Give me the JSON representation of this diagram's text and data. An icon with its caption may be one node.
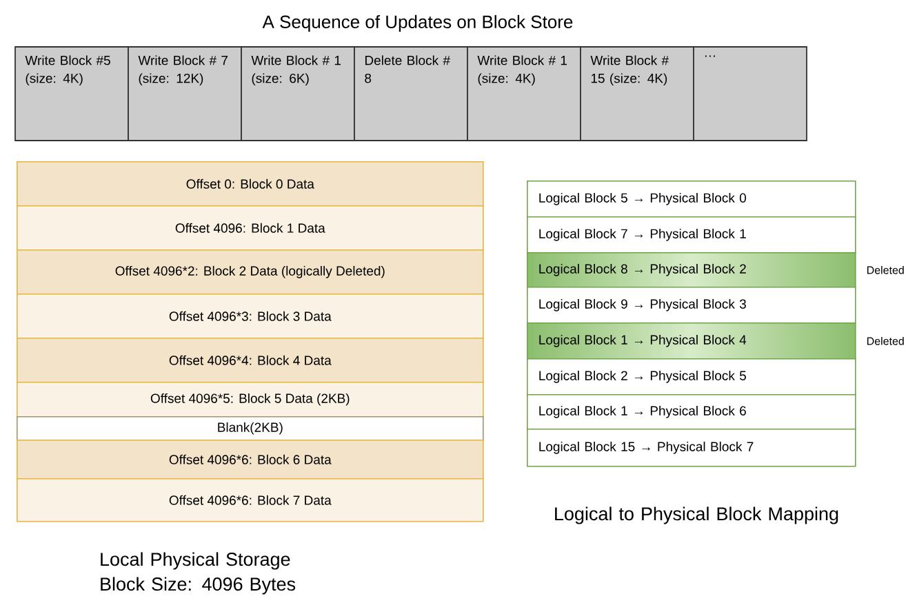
{
  "diagram": {
    "title": "A Sequence of Updates on Block Store",
    "nodes": [
      {
        "text": [
          "Write Block #5 (size: 4K)"
        ]
      },
      {
        "text": [
          "Write Block # 7 (size: 12K)"
        ]
      },
      {
        "text": [
          "Write Block # 1 (size: 6K)"
        ]
      },
      {
        "text": [
          "Delete Block # 8"
        ]
      },
      {
        "text": [
          "Write Block # 1 (size: 4K)"
        ]
      },
      {
        "text": [
          "Write Block # 15 (size: 4K)"
        ]
      },
      {
        "text": [
          "…"
        ]
      },
      {
        "text": [
          "Offset 0: Block 0 Data"
        ]
      },
      {
        "text": [
          "Offset 4096: Block 1 Data"
        ]
      },
      {
        "text": [
          "Offset 4096*2: Block 2 Data (logically Deleted)"
        ]
      },
      {
        "text": [
          "Offset 4096*3: Block 3 Data"
        ]
      },
      {
        "text": [
          "Offset 4096*4: Block 4 Data"
        ]
      },
      {
        "text": [
          "Offset 4096*5: Block 5 Data (2KB)"
        ]
      },
      {
        "text": [
          "Blank(2KB)"
        ]
      },
      {
        "text": [
          "Offset 4096*6: Block 6 Data"
        ]
      },
      {
        "text": [
          "Offset 4096*6: Block 7 Data"
        ]
      },
      {
        "text": [
          "Logical Block 5 → Physical Block 0"
        ]
      },
      {
        "text": [
          "Logical Block 7 → Physical Block 1"
        ]
      },
      {
        "text": [
          "Logical Block 8 → Physical Block 2"
        ],
        "beside": [
          "Deleted"
        ]
      },
      {
        "text": [
          "Logical Block 9 → Physical Block 3"
        ]
      },
      {
        "text": [
          "Logical Block 1 → Physical Block 4"
        ],
        "beside": [
          "Deleted"
        ]
      },
      {
        "text": [
          "Logical Block 2 → Physical Block 5"
        ]
      },
      {
        "text": [
          "Logical Block 1 → Physical Block 6"
        ]
      },
      {
        "text": [
          "Logical Block 15 → Physical Block 7"
        ]
      }
    ],
    "labels": [
      "Local Physical Storage Block Size: 4096 Bytes",
      "Logical to Physical Block Mapping"
    ]
  }
}
